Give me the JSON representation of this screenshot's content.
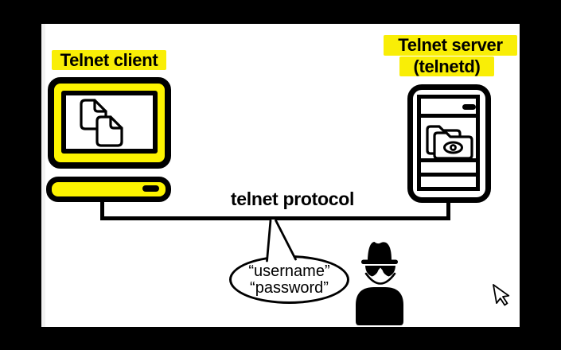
{
  "slide": {
    "client": {
      "label": "Telnet client"
    },
    "server": {
      "label_line1": "Telnet server",
      "label_line2": "(telnetd)"
    },
    "connection": {
      "label": "telnet protocol"
    },
    "speech_bubble": {
      "line1": "“username”",
      "line2": "“password”"
    },
    "icons": {
      "client_device": "desktop-computer-icon",
      "client_screen": "copy-documents-icon",
      "server_device": "server-tower-icon",
      "server_panel": "folder-eye-icon",
      "eavesdropper": "spy-icon",
      "pointer": "mouse-pointer-icon"
    },
    "colors": {
      "highlight": "#f9ee06",
      "device_fill": "#fdf400",
      "ink": "#000000",
      "canvas": "#ffffff",
      "frame": "#000000"
    }
  }
}
